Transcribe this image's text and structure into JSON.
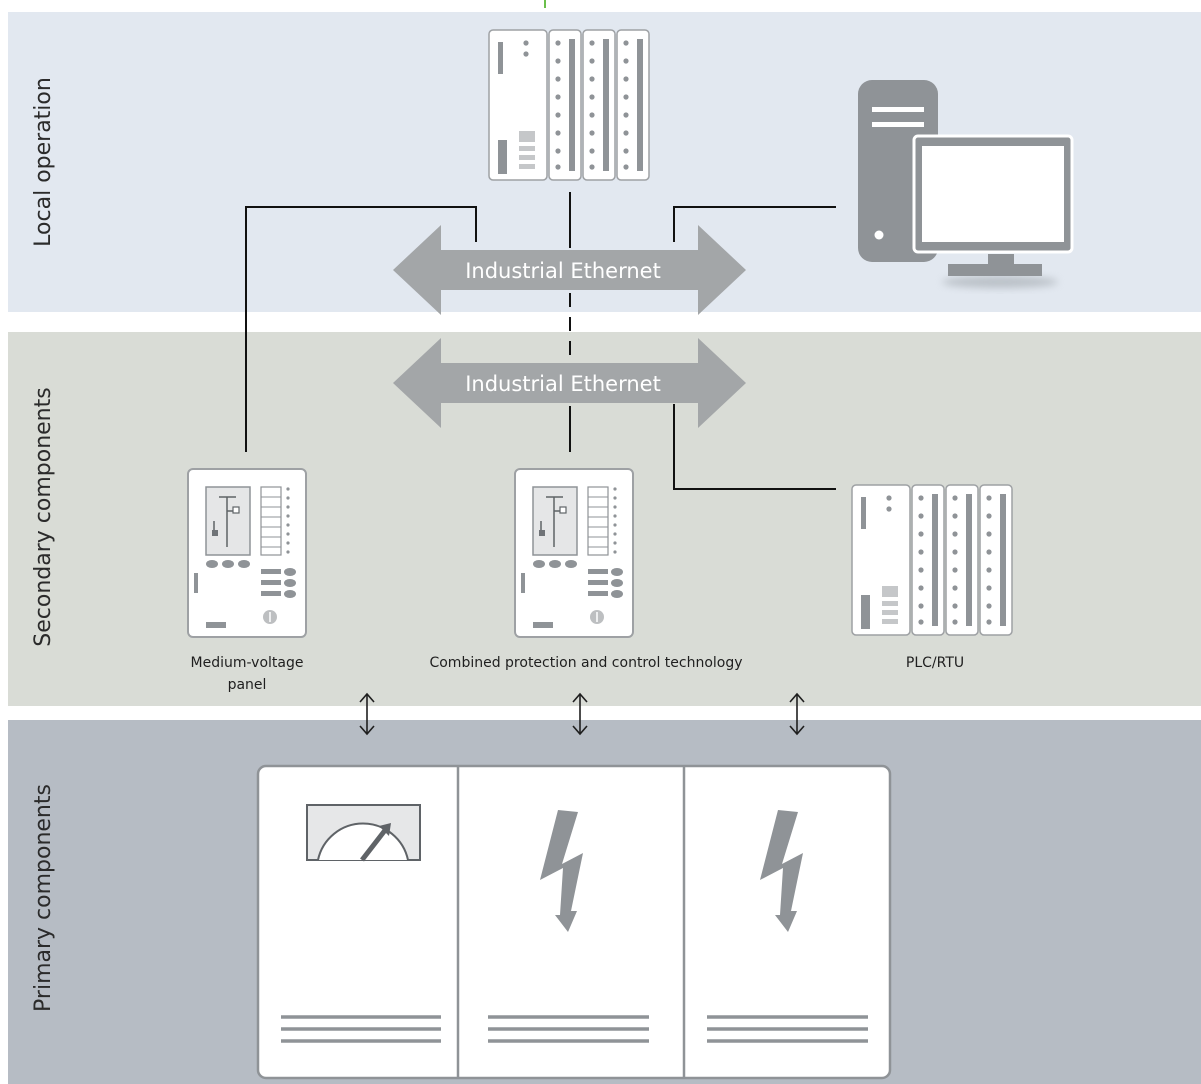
{
  "bands": {
    "local": "Local operation",
    "secondary": "Secondary components",
    "primary": "Primary components"
  },
  "buses": {
    "upper": "Industrial Ethernet",
    "lower": "Industrial Ethernet"
  },
  "devices": {
    "mv_panel_line1": "Medium-voltage",
    "mv_panel_line2": "panel",
    "combined": "Combined protection and control technology",
    "plc": "PLC/RTU"
  },
  "icons": {
    "plc_top": "plc-rack-icon",
    "computer": "desktop-computer-icon",
    "mv_panel": "protection-relay-icon",
    "combined": "protection-relay-icon",
    "plc_secondary": "plc-rack-icon",
    "meter": "analog-meter-icon",
    "lightning": "lightning-bolt-icon",
    "link": "bidirectional-arrow-icon"
  },
  "colors": {
    "local_band": "#e2e8f0",
    "secondary_band": "#d9dcd6",
    "primary_band": "#b6bcc4",
    "device_gray": "#8f9397",
    "bus_arrow": "#a3a6a8",
    "accent_green": "#6abf4b"
  }
}
